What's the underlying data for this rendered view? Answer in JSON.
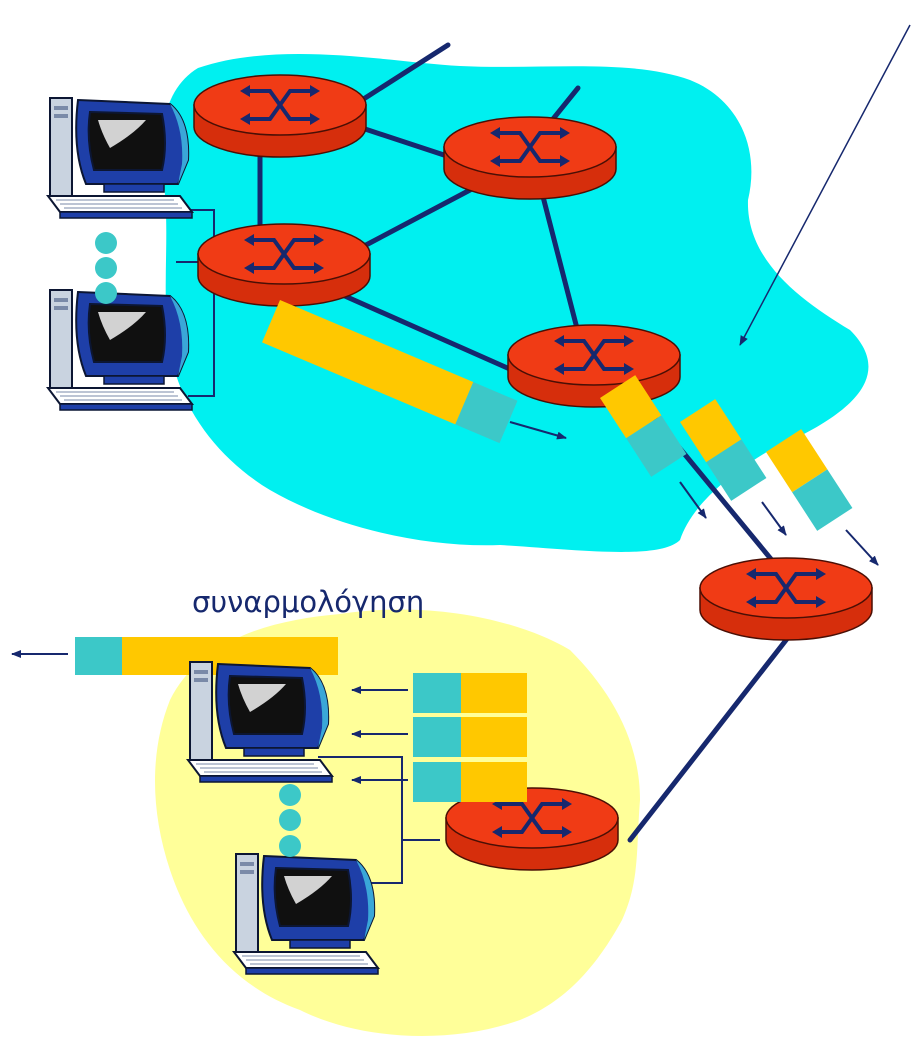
{
  "diagram": {
    "reassembly_label": "συναρμολόγηση",
    "colors": {
      "network_cloud": "#00f0f0",
      "local_cloud": "#ffff99",
      "router": "#f03b15",
      "link": "#16286e",
      "packet_payload": "#ffc800",
      "packet_header": "#3cc8c8",
      "label_text": "#16286e"
    },
    "elements": {
      "routers": 6,
      "hosts": 4,
      "fragments_in_transit": 3,
      "fragments_at_destination": 3
    },
    "icons": [
      "router-icon",
      "desktop-computer-icon",
      "arrow-icon"
    ]
  }
}
